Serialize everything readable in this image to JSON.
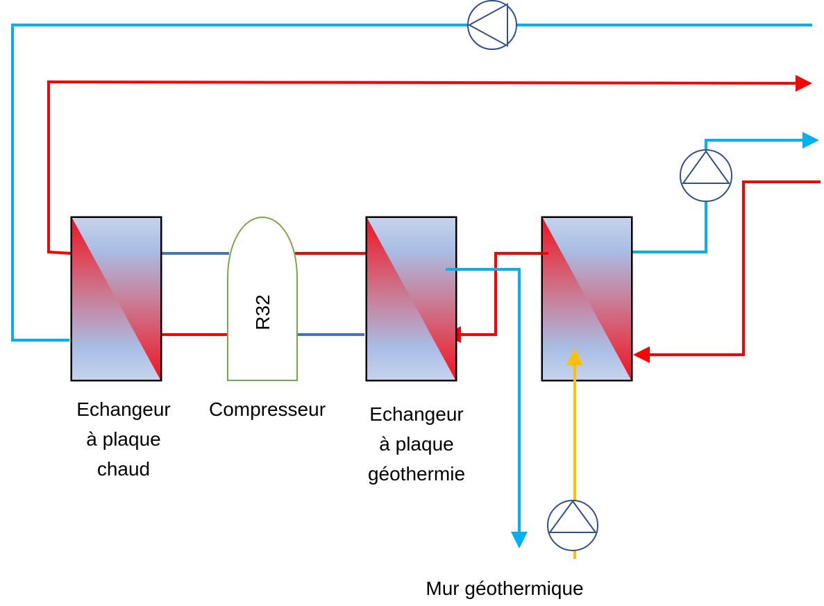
{
  "labels": {
    "hot_exchanger": [
      "Echangeur",
      "à plaque",
      "chaud"
    ],
    "compressor": "Compresseur",
    "refrigerant": "R32",
    "geo_exchanger": [
      "Echangeur",
      "à plaque",
      "géothermie"
    ],
    "geo_wall": "Mur géothermique"
  },
  "colors": {
    "cold_pipe": "#00b0f0",
    "hot_pipe": "#ff0000",
    "refrigerant_cold": "#4472c4",
    "geothermal": "#ffc000",
    "compressor_outline": "#70ad47",
    "pump_outline": "#2f4f8f"
  }
}
